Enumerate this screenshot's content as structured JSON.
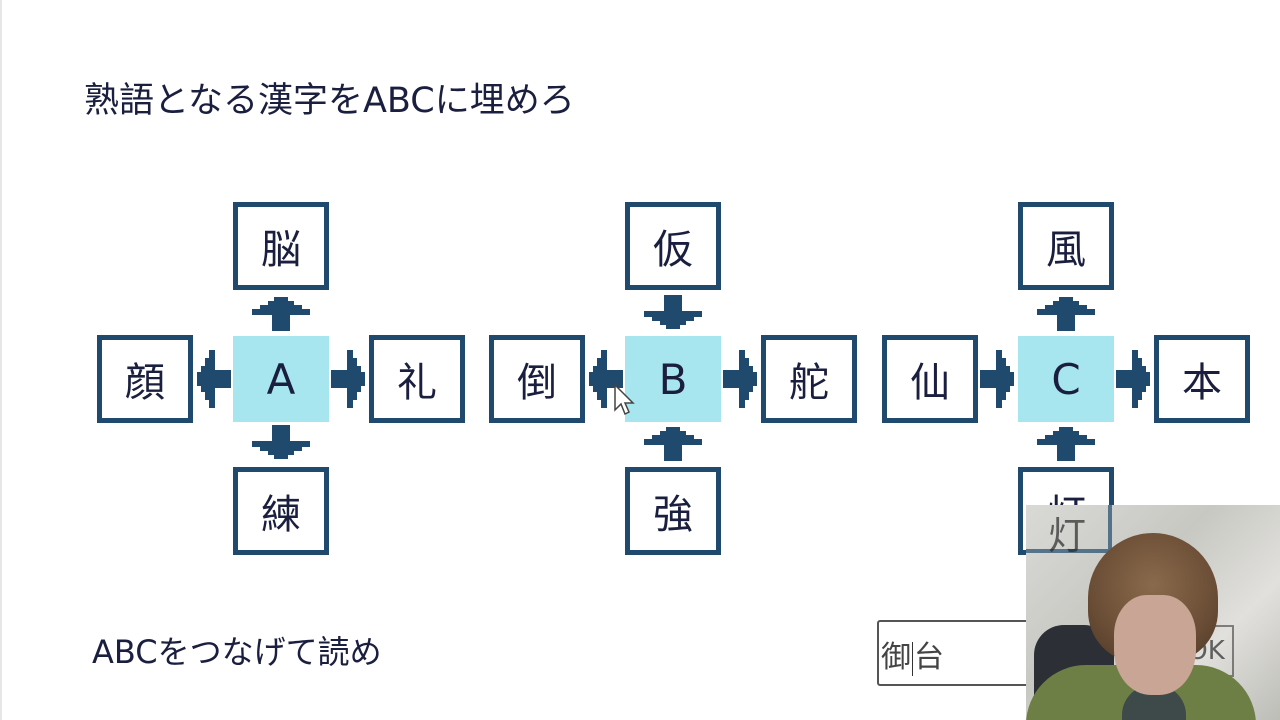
{
  "slide": {
    "title": "熟語となる漢字をABCに埋めろ",
    "instruction": "ABCをつなげて読め"
  },
  "puzzles": [
    {
      "center": "A",
      "top": "脳",
      "top_arrow": "up",
      "left": "顔",
      "left_arrow": "left",
      "right": "礼",
      "right_arrow": "right",
      "bottom": "練",
      "bottom_arrow": "down"
    },
    {
      "center": "B",
      "top": "仮",
      "top_arrow": "down",
      "left": "倒",
      "left_arrow": "left",
      "right": "舵",
      "right_arrow": "right",
      "bottom": "強",
      "bottom_arrow": "up"
    },
    {
      "center": "C",
      "top": "風",
      "top_arrow": "up",
      "left": "仙",
      "left_arrow": "right",
      "right": "本",
      "right_arrow": "right",
      "bottom": "灯",
      "bottom_arrow": "up"
    }
  ],
  "answer": {
    "value_before_caret": "御",
    "value_after_caret": "台",
    "ok_label": "OK"
  },
  "colors": {
    "box_border": "#1f4a6e",
    "center_fill": "#a8e6ef",
    "arrow": "#1f4a6e",
    "text": "#1b1f3f"
  },
  "webcam": {
    "ghost_ok": "OK",
    "ghost_lamp": "灯"
  }
}
